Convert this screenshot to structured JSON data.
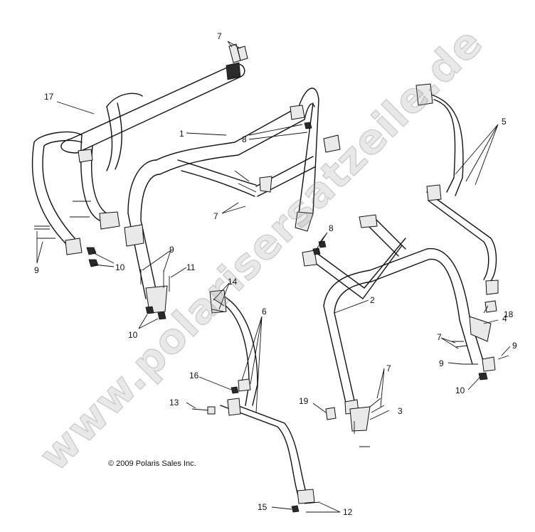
{
  "watermark": "www.polarisersatzeile.de",
  "copyright": "© 2009 Polaris Sales Inc.",
  "callouts": [
    {
      "id": "c7a",
      "label": "7"
    },
    {
      "id": "c17",
      "label": "17"
    },
    {
      "id": "c1",
      "label": "1"
    },
    {
      "id": "c8a",
      "label": "8"
    },
    {
      "id": "c5",
      "label": "5"
    },
    {
      "id": "c7b",
      "label": "7"
    },
    {
      "id": "c8b",
      "label": "8"
    },
    {
      "id": "c9a",
      "label": "9"
    },
    {
      "id": "c10a",
      "label": "10"
    },
    {
      "id": "c9b",
      "label": "9"
    },
    {
      "id": "c11",
      "label": "11"
    },
    {
      "id": "c14",
      "label": "14"
    },
    {
      "id": "c10b",
      "label": "10"
    },
    {
      "id": "c2",
      "label": "2"
    },
    {
      "id": "c18",
      "label": "18"
    },
    {
      "id": "c6",
      "label": "6"
    },
    {
      "id": "c7c",
      "label": "7"
    },
    {
      "id": "c4",
      "label": "4"
    },
    {
      "id": "c9c",
      "label": "9"
    },
    {
      "id": "c9d",
      "label": "9"
    },
    {
      "id": "c7d",
      "label": "7"
    },
    {
      "id": "c10c",
      "label": "10"
    },
    {
      "id": "c16",
      "label": "16"
    },
    {
      "id": "c13",
      "label": "13"
    },
    {
      "id": "c19",
      "label": "19"
    },
    {
      "id": "c3",
      "label": "3"
    },
    {
      "id": "c15",
      "label": "15"
    },
    {
      "id": "c12",
      "label": "12"
    }
  ]
}
